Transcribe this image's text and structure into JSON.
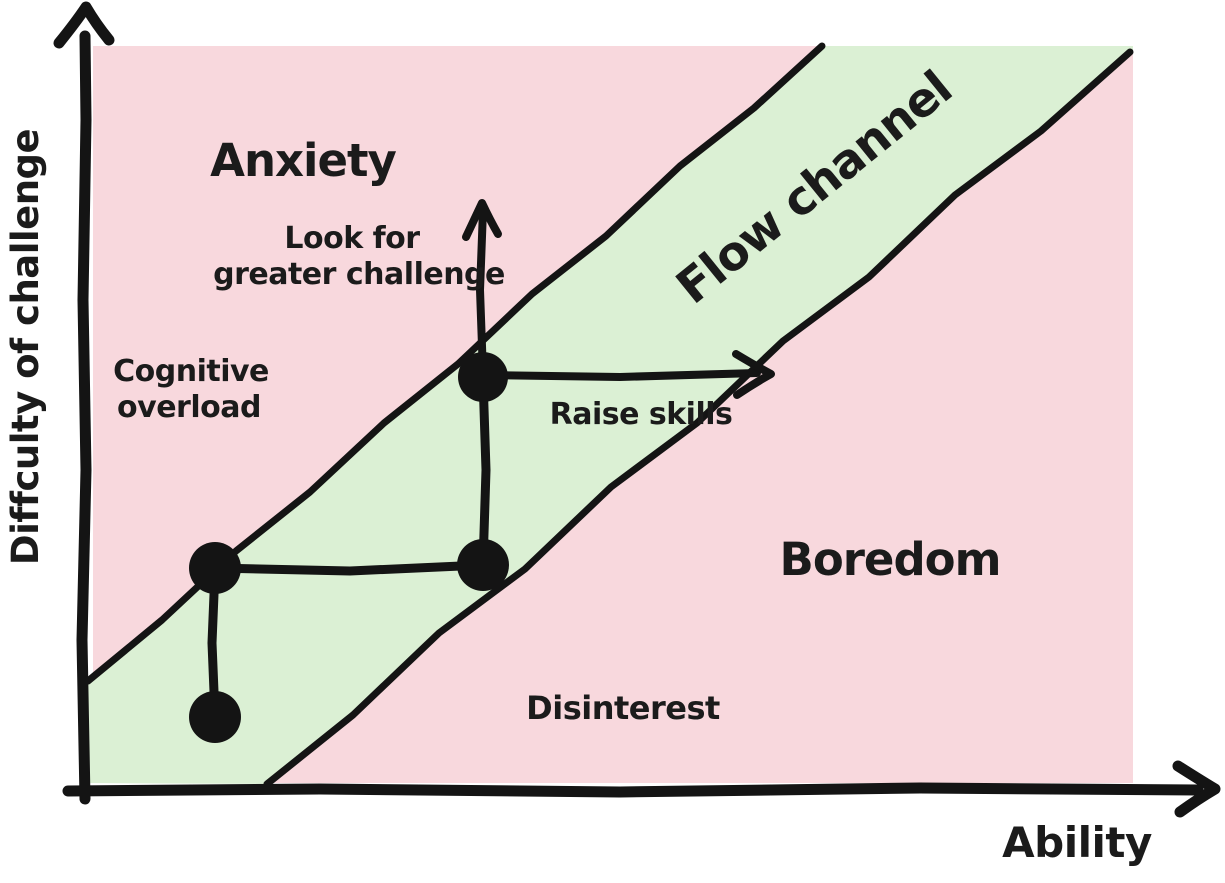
{
  "axes": {
    "y_label": "Diffculty of challenge",
    "x_label": "Ability"
  },
  "regions": {
    "anxiety_label": "Anxiety",
    "flow_label": "Flow channel",
    "boredom_label": "Boredom"
  },
  "annotations": {
    "look_for_line1": "Look for",
    "look_for_line2": "greater challenge",
    "cognitive_line1": "Cognitive",
    "cognitive_line2": "overload",
    "raise_skills": "Raise skills",
    "disinterest": "Disinterest"
  },
  "colors": {
    "region_pink": "#f8d8dd",
    "flow_green": "#dbf0d4",
    "ink": "#141414"
  },
  "figure": {
    "description": "Hand-drawn flow model: diagonal green flow channel between pink anxiety and boredom regions; four black dots form a stepped progression path with an upward arrow (look for greater challenge) and a rightward arrow (raise skills).",
    "dot_count": 4
  }
}
